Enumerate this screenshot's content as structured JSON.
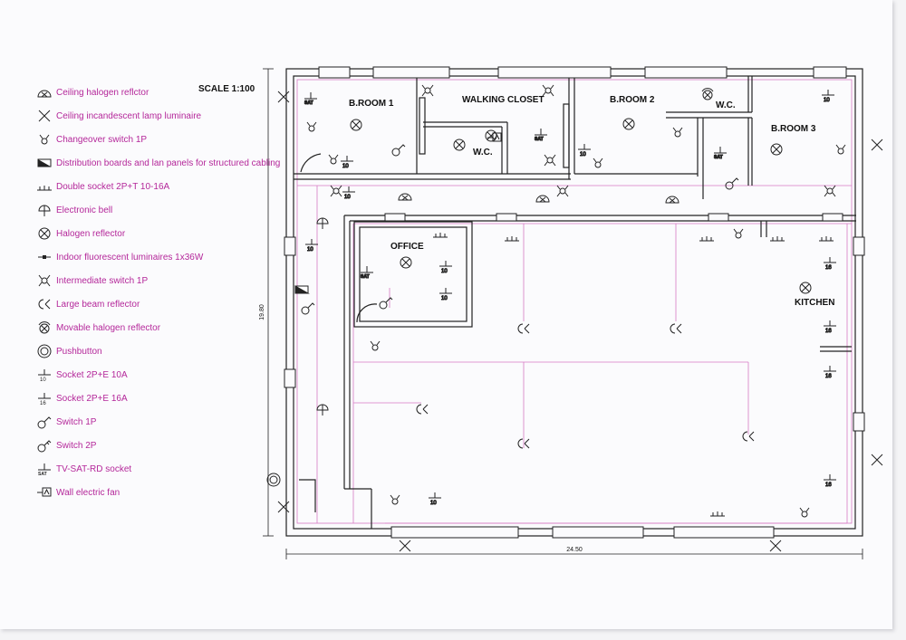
{
  "drawing": {
    "scale": "SCALE 1:100",
    "dimension_height": "19.80",
    "dimension_width": "24.50",
    "rooms": {
      "broom1": "B.ROOM 1",
      "walking_closet": "WALKING CLOSET",
      "wc1": "W.C.",
      "broom2": "B.ROOM 2",
      "wc2": "W.C.",
      "broom3": "B.ROOM 3",
      "office": "OFFICE",
      "kitchen": "KITCHEN"
    },
    "colors": {
      "wiring": "#d77ac4",
      "legend_text": "#b4279a",
      "walls": "#222222"
    }
  },
  "legend": [
    {
      "icon": "ceiling-halogen-reflector-icon",
      "label": "Ceiling halogen reflctor"
    },
    {
      "icon": "ceiling-incandescent-lamp-icon",
      "label": "Ceiling incandescent lamp luminaire"
    },
    {
      "icon": "changeover-switch-icon",
      "label": "Changeover switch 1P"
    },
    {
      "icon": "distribution-board-icon",
      "label": "Distribution boards and lan panels for structured cabling"
    },
    {
      "icon": "double-socket-icon",
      "label": "Double socket 2P+T 10-16A"
    },
    {
      "icon": "electronic-bell-icon",
      "label": "Electronic bell"
    },
    {
      "icon": "halogen-reflector-icon",
      "label": "Halogen reflector"
    },
    {
      "icon": "fluorescent-luminaire-icon",
      "label": "Indoor fluorescent luminaires 1x36W"
    },
    {
      "icon": "intermediate-switch-icon",
      "label": "Intermediate switch 1P"
    },
    {
      "icon": "large-beam-reflector-icon",
      "label": "Large beam reflector"
    },
    {
      "icon": "movable-halogen-reflector-icon",
      "label": "Movable halogen reflector"
    },
    {
      "icon": "pushbutton-icon",
      "label": "Pushbutton"
    },
    {
      "icon": "socket-10a-icon",
      "label": "Socket 2P+E 10A"
    },
    {
      "icon": "socket-16a-icon",
      "label": "Socket 2P+E 16A"
    },
    {
      "icon": "switch-1p-icon",
      "label": "Switch 1P"
    },
    {
      "icon": "switch-2p-icon",
      "label": "Switch 2P"
    },
    {
      "icon": "tv-sat-socket-icon",
      "label": "TV-SAT-RD socket"
    },
    {
      "icon": "wall-fan-icon",
      "label": "Wall electric fan"
    }
  ]
}
